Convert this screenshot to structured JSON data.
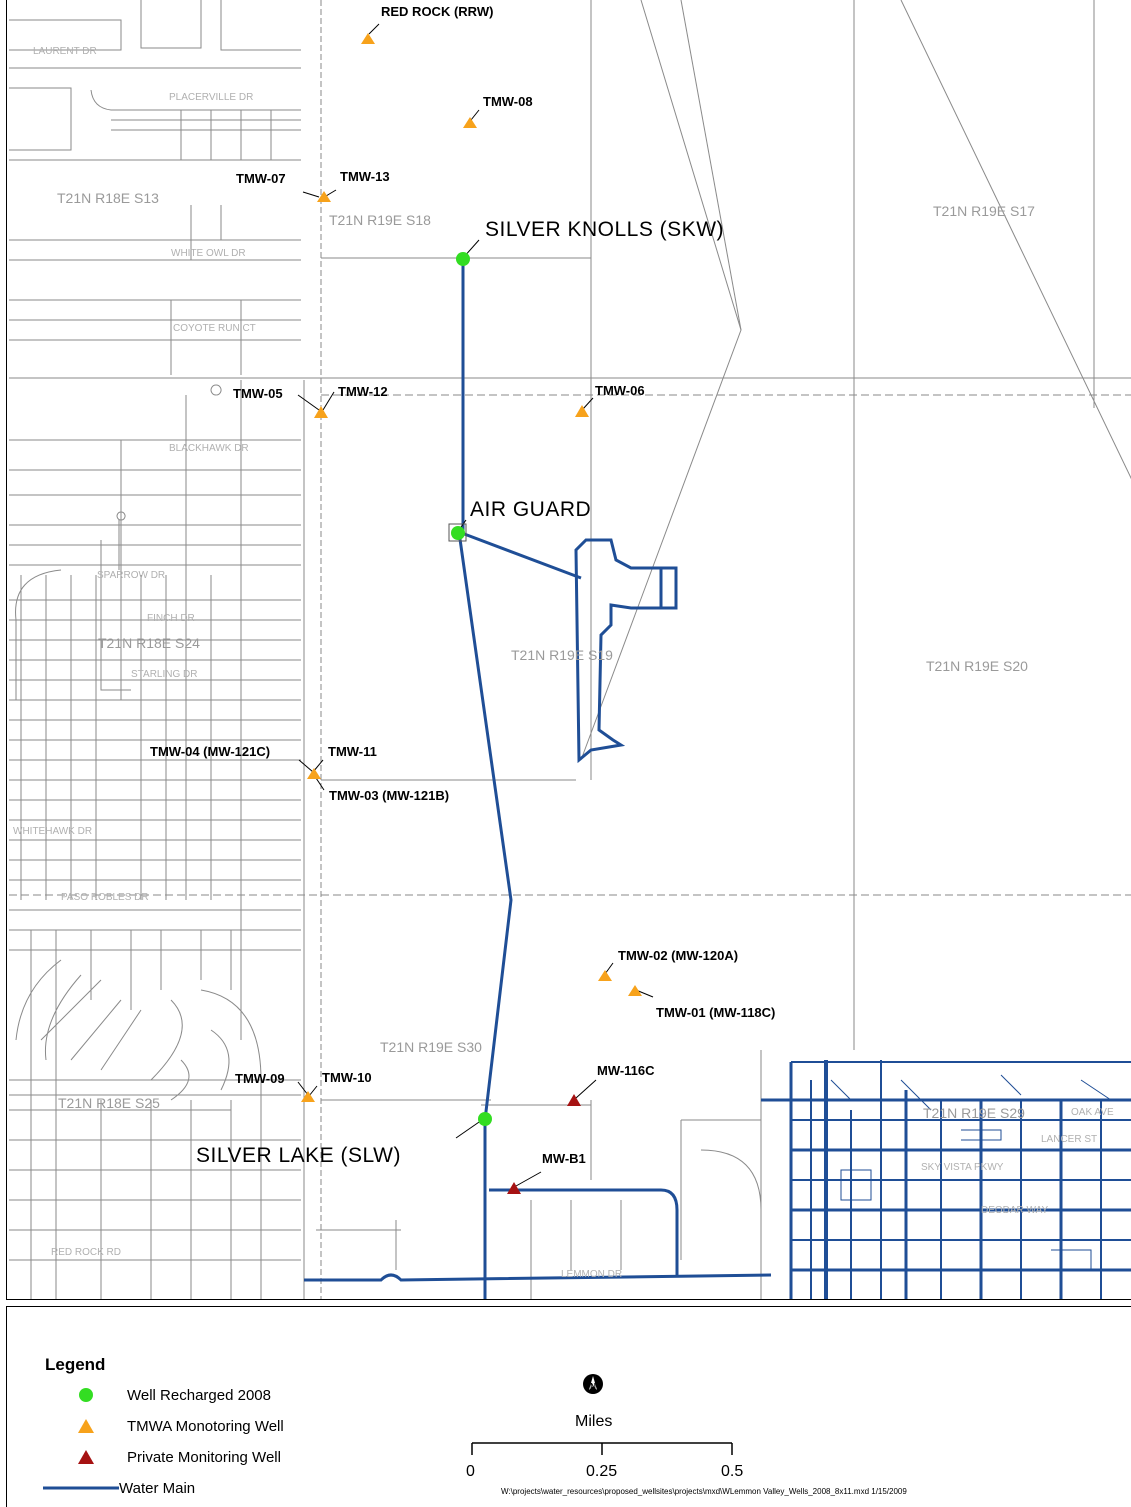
{
  "map": {
    "section_labels": [
      "T21N R18E S13",
      "T21N R19E S18",
      "T21N R19E S17",
      "T21N R18E S24",
      "T21N R19E S19",
      "T21N R19E S20",
      "T21N R19E S30",
      "T21N R18E S25",
      "T21N R19E S29"
    ],
    "street_labels": [
      "LAURENT DR",
      "PLACERVILLE DR",
      "WHITE OWL DR",
      "COYOTE RUN CT",
      "BLACKHAWK DR",
      "SPARROW DR",
      "FINCH DR",
      "STARLING DR",
      "WHITEHAWK DR",
      "PASO ROBLES DR",
      "RED ROCK RD",
      "LEMMON DR",
      "SKY VISTA PKWY",
      "DEODAR WAY",
      "LANCER ST",
      "OAK AVE"
    ],
    "wells": [
      {
        "id": "RED ROCK (RRW)",
        "type": "tmwa"
      },
      {
        "id": "TMW-08",
        "type": "tmwa"
      },
      {
        "id": "TMW-07",
        "type": "tmwa"
      },
      {
        "id": "TMW-13",
        "type": "tmwa"
      },
      {
        "id": "SILVER KNOLLS (SKW)",
        "type": "recharged"
      },
      {
        "id": "TMW-05",
        "type": "tmwa"
      },
      {
        "id": "TMW-12",
        "type": "tmwa"
      },
      {
        "id": "TMW-06",
        "type": "tmwa"
      },
      {
        "id": "AIR GUARD",
        "type": "recharged"
      },
      {
        "id": "TMW-04 (MW-121C)",
        "type": "tmwa"
      },
      {
        "id": "TMW-11",
        "type": "tmwa"
      },
      {
        "id": "TMW-03 (MW-121B)",
        "type": "tmwa"
      },
      {
        "id": "TMW-02 (MW-120A)",
        "type": "tmwa"
      },
      {
        "id": "TMW-01 (MW-118C)",
        "type": "tmwa"
      },
      {
        "id": "TMW-09",
        "type": "tmwa"
      },
      {
        "id": "TMW-10",
        "type": "tmwa"
      },
      {
        "id": "MW-116C",
        "type": "private"
      },
      {
        "id": "SILVER LAKE (SLW)",
        "type": "recharged"
      },
      {
        "id": "MW-B1",
        "type": "private"
      }
    ],
    "colors": {
      "recharged": "#33dd22",
      "tmwa": "#f7a21b",
      "private": "#a61212",
      "water_main": "#1f4e96",
      "parcel": "#8a8a8a"
    }
  },
  "legend": {
    "title": "Legend",
    "items": [
      {
        "label": "Well Recharged 2008",
        "symbol": "green-circle-icon"
      },
      {
        "label": "TMWA Monotoring Well",
        "symbol": "orange-triangle-icon"
      },
      {
        "label": "Private Monitoring Well",
        "symbol": "red-triangle-icon"
      },
      {
        "label": "Water Main",
        "symbol": "blue-line-icon"
      }
    ]
  },
  "scale": {
    "unit": "Miles",
    "ticks": [
      "0",
      "0.25",
      "0.5"
    ]
  },
  "north_arrow": "north-arrow-icon",
  "file_path": "W:\\projects\\water_resources\\proposed_wellsites\\projects\\mxd\\WLemmon Valley_Wells_2008_8x11.mxd   1/15/2009"
}
